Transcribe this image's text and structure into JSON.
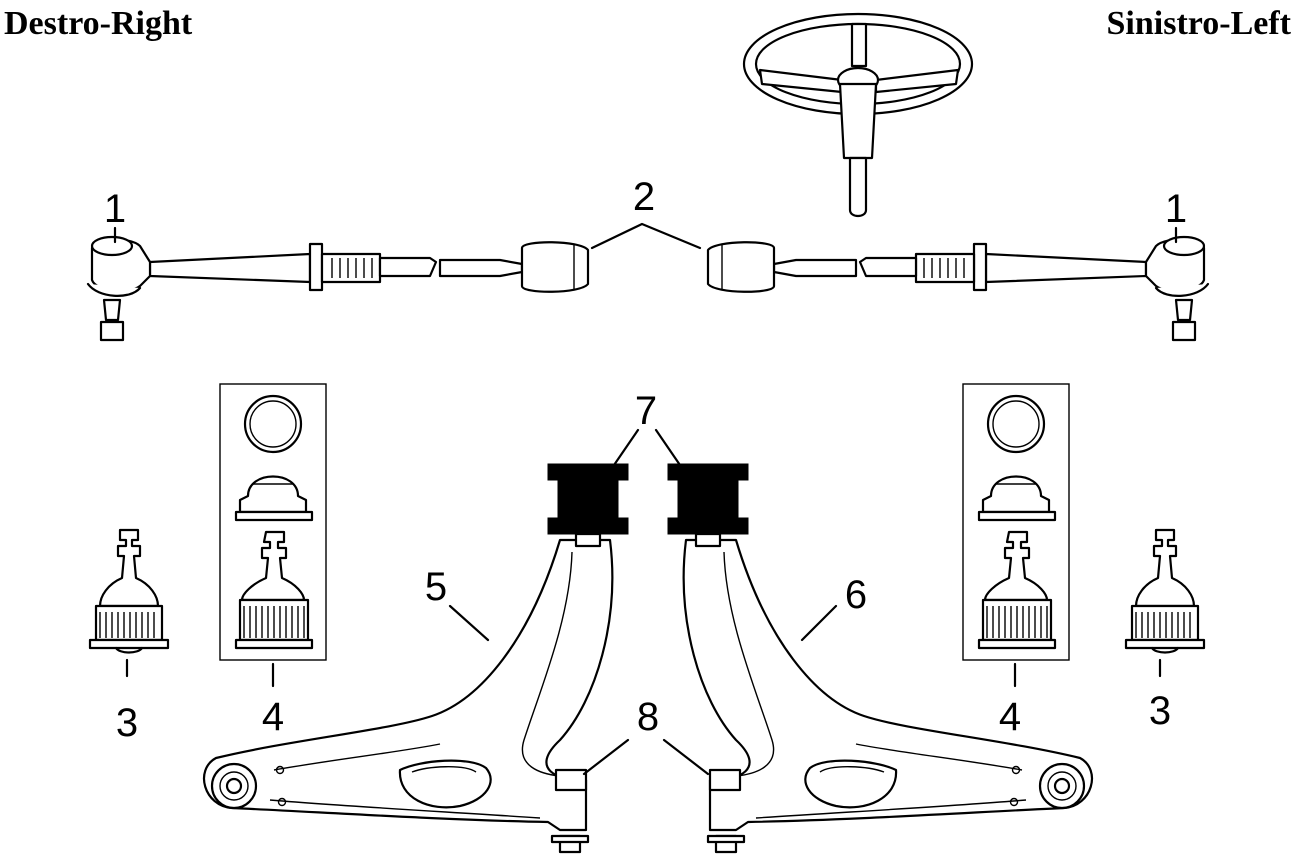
{
  "header": {
    "right_side_label": "Destro-Right",
    "left_side_label": "Sinistro-Left"
  },
  "callouts": {
    "tie_rod_end_right": "1",
    "tie_rod_end_left": "1",
    "steering_rods": "2",
    "ball_joint_right": "3",
    "ball_joint_left": "3",
    "ball_joint_kit_right": "4",
    "ball_joint_kit_left": "4",
    "control_arm_right": "5",
    "control_arm_left": "6",
    "front_bushings": "7",
    "rear_bushings": "8"
  }
}
